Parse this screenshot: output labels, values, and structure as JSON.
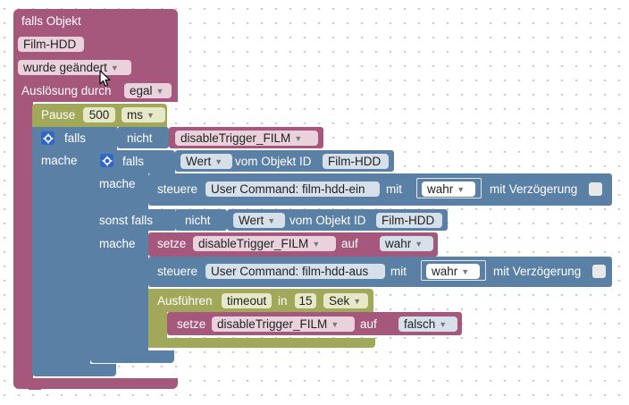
{
  "event_block": {
    "header": "falls Objekt",
    "object": "Film-HDD",
    "condition": "wurde geändert",
    "trigger_label": "Auslösung durch",
    "trigger_value": "egal"
  },
  "pause_block": {
    "label": "Pause",
    "value": "500",
    "unit": "ms"
  },
  "outer_if": {
    "falls": "falls",
    "mache": "mache",
    "nicht": "nicht",
    "variable": "disableTrigger_FILM"
  },
  "inner_if": {
    "falls": "falls",
    "mache": "mache",
    "sonst_falls": "sonst falls",
    "cond1": {
      "value_kind": "Wert",
      "object_label": "vom Objekt ID",
      "object": "Film-HDD"
    },
    "cond2": {
      "nicht": "nicht",
      "value_kind": "Wert",
      "object_label": "vom Objekt ID",
      "object": "Film-HDD"
    }
  },
  "control_on": {
    "label": "steuere",
    "target": "User Command: film-hdd-ein",
    "mit": "mit",
    "value": "wahr",
    "delay_label": "mit Verzögerung"
  },
  "set_true": {
    "label": "setze",
    "variable": "disableTrigger_FILM",
    "auf": "auf",
    "value": "wahr"
  },
  "control_off": {
    "label": "steuere",
    "target": "User Command: film-hdd-aus",
    "mit": "mit",
    "value": "wahr",
    "delay_label": "mit Verzögerung"
  },
  "timeout_block": {
    "label": "Ausführen",
    "name": "timeout",
    "in": "in",
    "value": "15",
    "unit": "Sek"
  },
  "set_false": {
    "label": "setze",
    "variable": "disableTrigger_FILM",
    "auf": "auf",
    "value": "falsch"
  },
  "colors": {
    "event": "#a5577c",
    "pause": "#a2a85a",
    "logic": "#5b80a5",
    "variable": "#a5577c",
    "gear": "#2f66c8",
    "background": "#ffffff"
  }
}
